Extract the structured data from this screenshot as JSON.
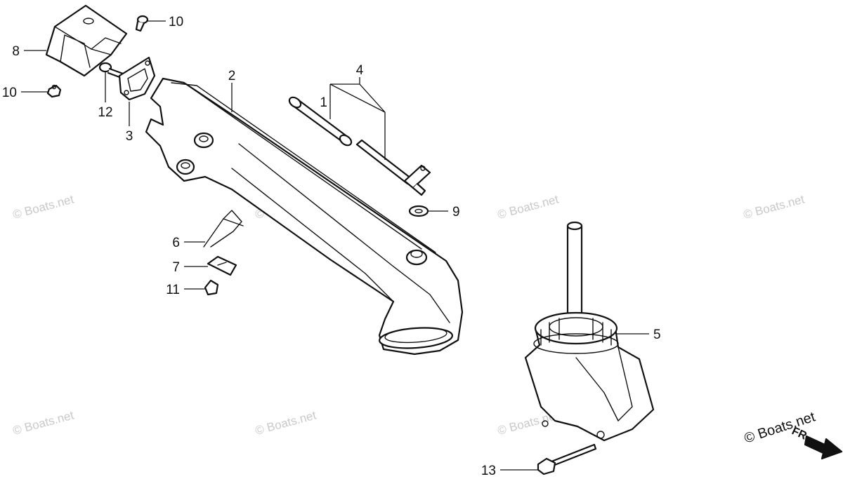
{
  "callouts": [
    {
      "number": "1"
    },
    {
      "number": "2"
    },
    {
      "number": "3"
    },
    {
      "number": "4"
    },
    {
      "number": "5"
    },
    {
      "number": "6"
    },
    {
      "number": "7"
    },
    {
      "number": "8"
    },
    {
      "number": "9"
    },
    {
      "number": "10"
    },
    {
      "number": "10"
    },
    {
      "number": "11"
    },
    {
      "number": "12"
    },
    {
      "number": "13"
    }
  ],
  "watermark": {
    "text": "© Boats.net"
  },
  "direction_marker": {
    "text": "FR."
  },
  "colors": {
    "line": "#111111",
    "background": "#ffffff",
    "watermark": "#c9c9c9"
  }
}
